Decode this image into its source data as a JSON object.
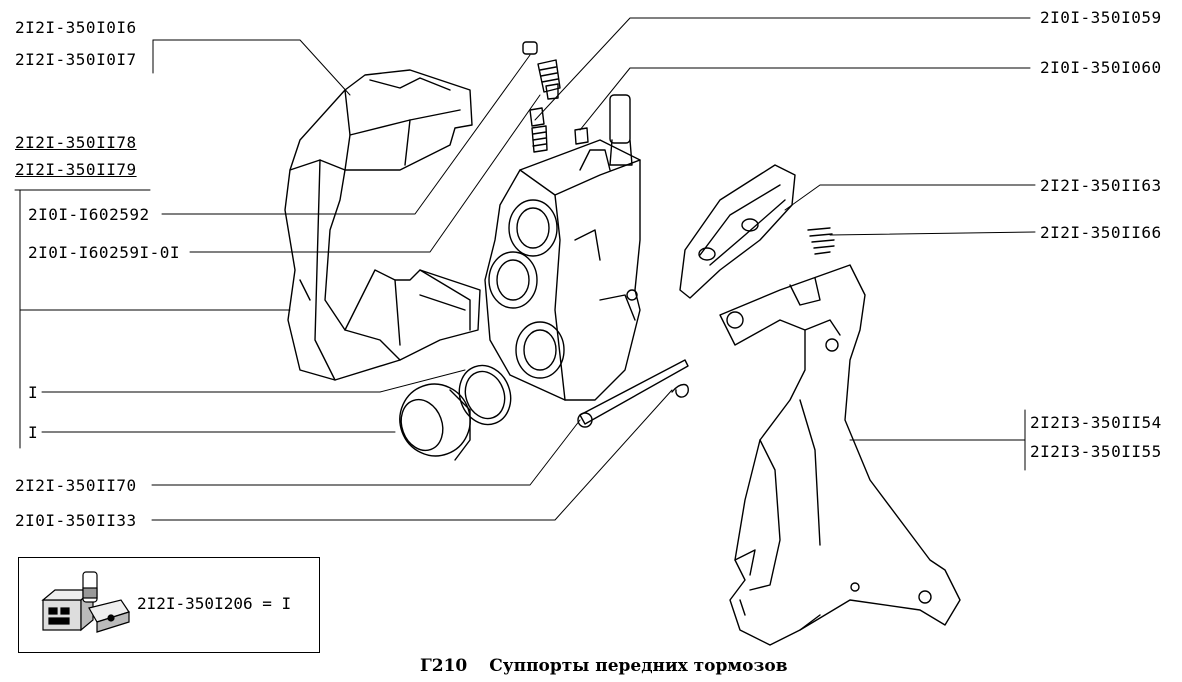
{
  "caption": {
    "code": "Г210",
    "title": "Суппорты передних тормозов"
  },
  "labels": {
    "l1": "2I2I-350I0I6",
    "l2": "2I2I-350I0I7",
    "l3": "2I2I-350II78",
    "l4": "2I2I-350II79",
    "l5": "2I0I-I602592",
    "l6": "2I0I-I60259I-0I",
    "l7": "I",
    "l8": "I",
    "l9": "2I2I-350II70",
    "l10": "2I0I-350II33",
    "r1": "2I0I-350I059",
    "r2": "2I0I-350I060",
    "r3": "2I2I-350II63",
    "r4": "2I2I-350II66",
    "r5": "2I2I3-350II54",
    "r6": "2I2I3-350II55"
  },
  "kit": {
    "text": "2I2I-350I206 = I"
  }
}
